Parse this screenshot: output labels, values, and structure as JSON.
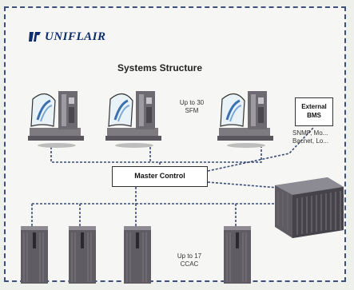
{
  "brand": {
    "name": "UNIFLAIR"
  },
  "diagram": {
    "title": "Systems Structure",
    "workstation_note": [
      "Up to 30",
      "SFM"
    ],
    "external_box": [
      "External",
      "BMS"
    ],
    "external_note": [
      "SNMP, Mo...",
      "Bacnet, Lo..."
    ],
    "master_control": "Master Control",
    "ccac_note": [
      "Up to 17",
      "CCAC"
    ]
  },
  "colors": {
    "frame": "#3d4f7e",
    "wire": "#3c4c77",
    "logo": "#0f2c6a",
    "cabinet": "#5f5c64"
  }
}
